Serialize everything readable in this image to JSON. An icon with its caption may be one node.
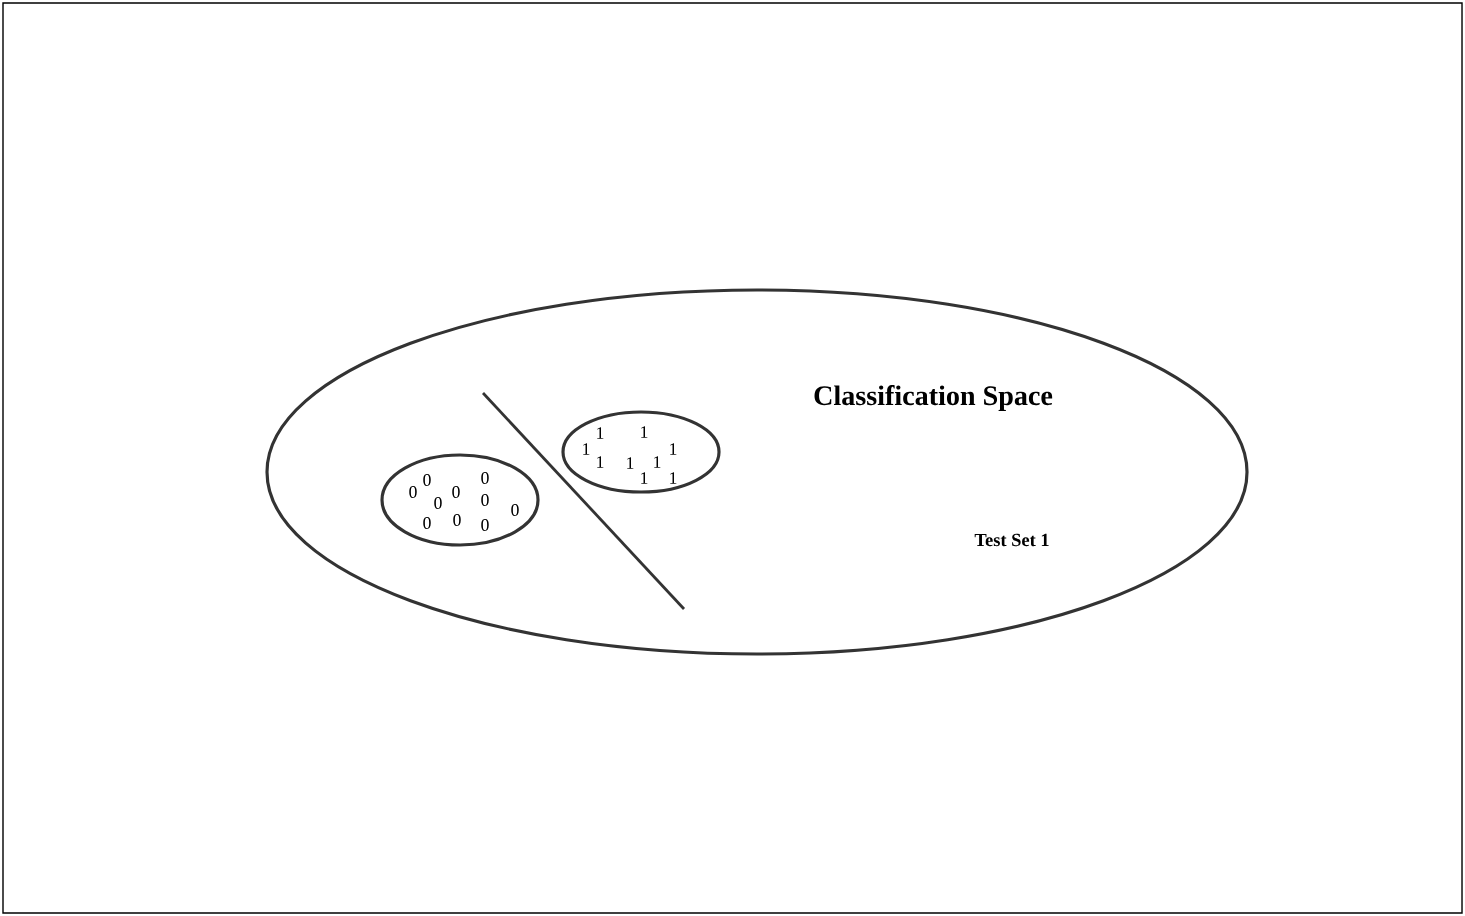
{
  "diagram": {
    "nodes": [
      {
        "text": [
          "Classification Space",
          "Test Set 1"
        ]
      },
      {
        "text": [
          "0",
          "0",
          "0",
          "0",
          "0",
          "0",
          "0",
          "0",
          "0",
          "0"
        ],
        "in": 0
      },
      {
        "text": [
          "1",
          "1",
          "1",
          "1",
          "1",
          "1",
          "1",
          "1",
          "1"
        ],
        "in": 0
      }
    ]
  }
}
